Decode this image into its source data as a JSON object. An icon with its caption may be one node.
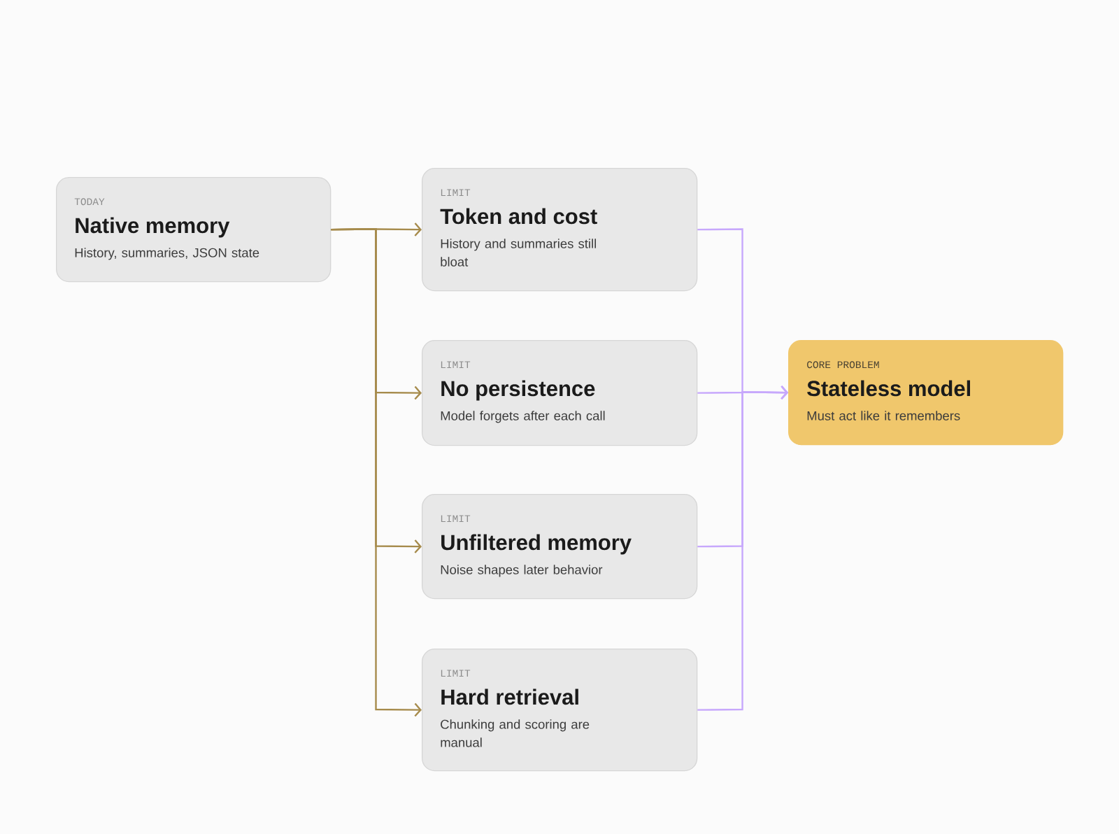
{
  "diagram": {
    "nodes": [
      {
        "text": [
          "TODAY",
          "Native memory",
          "History, summaries, JSON state"
        ]
      },
      {
        "text": [
          "LIMIT",
          "Token and cost",
          "History and summaries still bloat"
        ]
      },
      {
        "text": [
          "LIMIT",
          "No persistence",
          "Model forgets after each call"
        ]
      },
      {
        "text": [
          "LIMIT",
          "Unfiltered memory",
          "Noise shapes later behavior"
        ]
      },
      {
        "text": [
          "LIMIT",
          "Hard retrieval",
          "Chunking and scoring are manual"
        ]
      },
      {
        "text": [
          "CORE PROBLEM",
          "Stateless model",
          "Must act like it remembers"
        ]
      }
    ],
    "edges": [
      {
        "from": 0,
        "to": 1,
        "arrow": "to",
        "color": "#a68b4c"
      },
      {
        "from": 0,
        "to": 2,
        "arrow": "to",
        "color": "#a68b4c"
      },
      {
        "from": 0,
        "to": 3,
        "arrow": "to",
        "color": "#a68b4c"
      },
      {
        "from": 0,
        "to": 4,
        "arrow": "to",
        "color": "#a68b4c"
      },
      {
        "from": 1,
        "to": 5,
        "arrow": "to",
        "color": "#c7a8fc"
      },
      {
        "from": 2,
        "to": 5,
        "arrow": "to",
        "color": "#c7a8fc"
      },
      {
        "from": 3,
        "to": 5,
        "arrow": "to",
        "color": "#c7a8fc"
      },
      {
        "from": 4,
        "to": 5,
        "arrow": "to",
        "color": "#c7a8fc"
      }
    ]
  }
}
